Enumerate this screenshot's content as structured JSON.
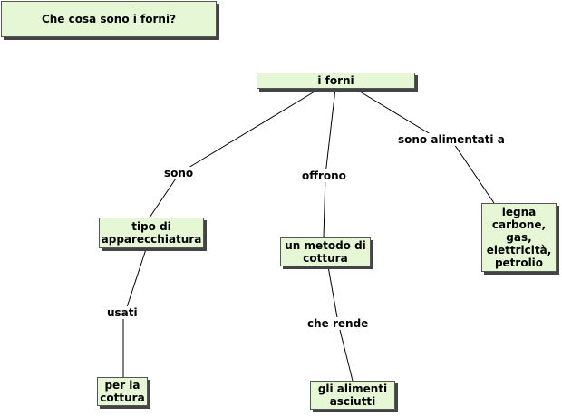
{
  "title": "Che cosa sono i forni?",
  "nodes": {
    "root": "i forni",
    "type": "tipo di\napparecchiatura",
    "method": "un metodo di\ncottura",
    "fuels": "legna\ncarbone,\ngas,\nelettricità,\npetrolio",
    "for_cooking": "per la\ncottura",
    "dry_food": "gli alimenti\nasciutti"
  },
  "links": {
    "sono": "sono",
    "offrono": "offrono",
    "alimentati": "sono alimentati a",
    "usati": "usati",
    "che_rende": "che rende"
  }
}
